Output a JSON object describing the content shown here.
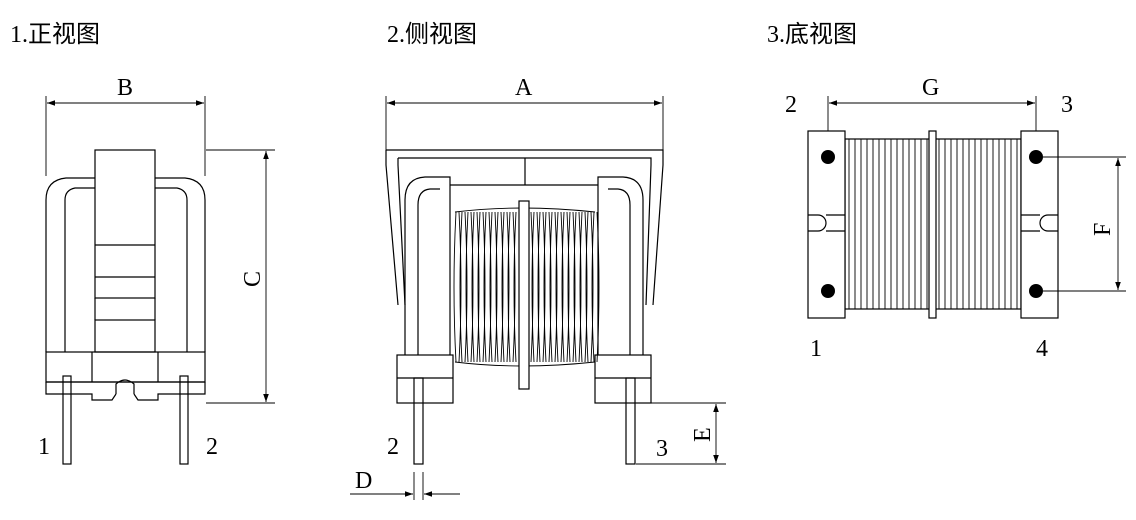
{
  "views": {
    "front": {
      "title": "1.正视图"
    },
    "side": {
      "title": "2.侧视图"
    },
    "bottom": {
      "title": "3.底视图"
    }
  },
  "dimensions": {
    "A": "A",
    "B": "B",
    "C": "C",
    "D": "D",
    "E": "E",
    "F": "F",
    "G": "G"
  },
  "pins": {
    "front": [
      "1",
      "2"
    ],
    "side": [
      "2",
      "3"
    ],
    "bottom": [
      "2",
      "3",
      "1",
      "4"
    ]
  }
}
